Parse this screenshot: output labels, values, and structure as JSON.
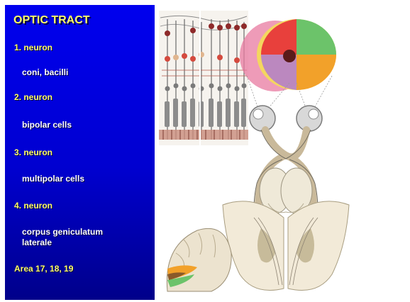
{
  "title": "OPTIC TRACT",
  "list": [
    {
      "text": "1. neuron",
      "kind": "heading"
    },
    {
      "text": "coni, bacilli",
      "kind": "detail"
    },
    {
      "text": "2. neuron",
      "kind": "heading"
    },
    {
      "text": "bipolar cells",
      "kind": "detail"
    },
    {
      "text": "3. neuron",
      "kind": "heading"
    },
    {
      "text": "multipolar cells",
      "kind": "detail"
    },
    {
      "text": "4. neuron",
      "kind": "heading"
    },
    {
      "text": "corpus geniculatum",
      "kind": "detail"
    },
    {
      "text": "laterale",
      "kind": "detail"
    },
    {
      "text": "Area 17, 18, 19",
      "kind": "heading"
    }
  ],
  "colors": {
    "panel_blue": "#0000ee",
    "heading_yellow": "#ffff66",
    "detail_white": "#ffffff",
    "field_red": "#e8403c",
    "field_green": "#6cc36a",
    "field_orange": "#f2a12a",
    "field_yellow": "#f4dd55"
  }
}
